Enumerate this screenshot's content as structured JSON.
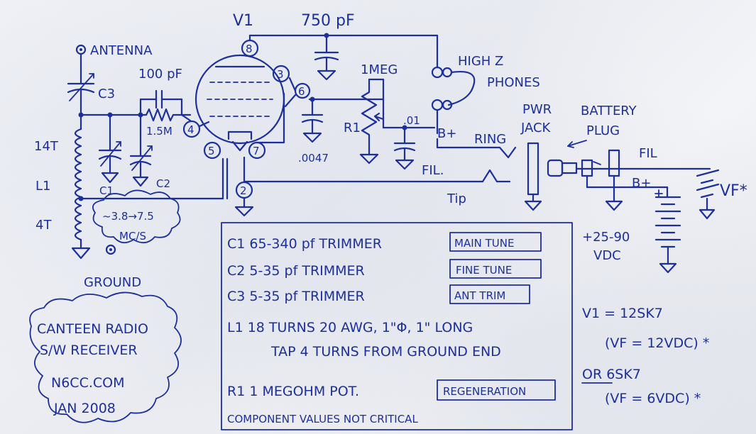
{
  "labels": {
    "v1": "V1",
    "cap_750": "750 pF",
    "antenna": "ANTENNA",
    "cap_100": "100 pF",
    "c3": "C3",
    "res_1_5m": "1.5M",
    "imeg": "1MEG",
    "high_z": "HIGH Z",
    "phones": "PHONES",
    "r1": "R1",
    "cap_01": ".01",
    "b_plus": "B+",
    "ring": "RING",
    "pwr": "PWR",
    "jack": "JACK",
    "battery": "BATTERY",
    "plug": "PLUG",
    "fil_right": "FIL",
    "b_plus_right": "B+",
    "vf": "VF*",
    "turns_14t": "14T",
    "l1": "L1",
    "turns_4t": "4T",
    "c1": "C1",
    "c2": "C2",
    "cap_0047": ".0047",
    "fil": "FIL.",
    "tip": "Tip",
    "freq_line1": "~3.8→7.5",
    "freq_line2": "MC/S",
    "ground": "GROUND",
    "supply_line1": "+25-90",
    "supply_line2": "VDC",
    "pin_8": "8",
    "pin_3": "3",
    "pin_6": "6",
    "pin_4": "4",
    "pin_5": "5",
    "pin_7": "7",
    "pin_2": "2"
  },
  "title_cloud": {
    "line1": "CANTEEN RADIO",
    "line2": "S/W RECEIVER",
    "line3": "N6CC.COM",
    "line4": "JAN 2008"
  },
  "parts_list": {
    "c1": {
      "text": "C1  65-340 pf TRIMMER",
      "tag": "MAIN TUNE"
    },
    "c2": {
      "text": "C2  5-35  pf TRIMMER",
      "tag": "FINE TUNE"
    },
    "c3": {
      "text": "C3  5-35  pf TRIMMER",
      "tag": "ANT TRIM"
    },
    "l1_line1": "L1   18 TURNS 20 AWG, 1\"Φ, 1\" LONG",
    "l1_line2": "TAP 4 TURNS FROM GROUND END",
    "r1": {
      "text": "R1  1 MEGOHM POT.",
      "tag": "REGENERATION"
    },
    "footer": "COMPONENT VALUES NOT CRITICAL"
  },
  "tube_notes": {
    "line1": "V1 = 12SK7",
    "line2": "(VF = 12VDC) *",
    "line3": "OR 6SK7",
    "line4": "(VF = 6VDC) *"
  },
  "colors": {
    "ink": "#1d2f9a",
    "paper": "#eceef3"
  }
}
